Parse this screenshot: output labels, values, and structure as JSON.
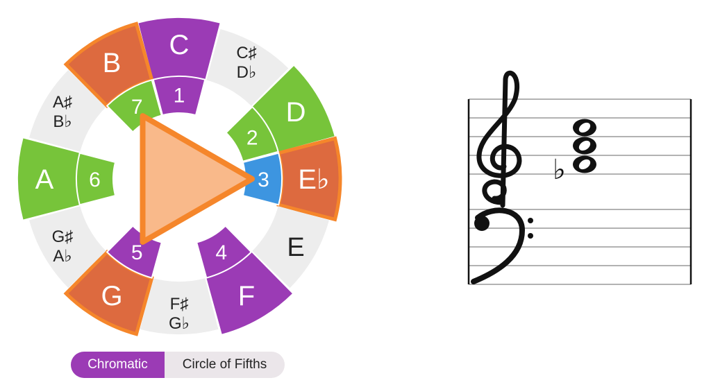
{
  "wheel": {
    "outer_notes": [
      {
        "label": [
          "C"
        ],
        "color": "#9b3bb5",
        "active": true,
        "highlight": false
      },
      {
        "label": [
          "C♯",
          "D♭"
        ],
        "color": "#ededed",
        "active": false,
        "highlight": false
      },
      {
        "label": [
          "D"
        ],
        "color": "#77c43a",
        "active": true,
        "highlight": false
      },
      {
        "label": [
          "E♭"
        ],
        "color": "#dd6a3f",
        "active": true,
        "highlight": true
      },
      {
        "label": [
          "E"
        ],
        "color": "#ededed",
        "active": false,
        "highlight": false
      },
      {
        "label": [
          "F"
        ],
        "color": "#9b3bb5",
        "active": true,
        "highlight": false
      },
      {
        "label": [
          "F♯",
          "G♭"
        ],
        "color": "#ededed",
        "active": false,
        "highlight": false
      },
      {
        "label": [
          "G"
        ],
        "color": "#dd6a3f",
        "active": true,
        "highlight": true
      },
      {
        "label": [
          "G♯",
          "A♭"
        ],
        "color": "#ededed",
        "active": false,
        "highlight": false
      },
      {
        "label": [
          "A"
        ],
        "color": "#77c43a",
        "active": true,
        "highlight": false
      },
      {
        "label": [
          "A♯",
          "B♭"
        ],
        "color": "#ededed",
        "active": false,
        "highlight": false
      },
      {
        "label": [
          "B"
        ],
        "color": "#dd6a3f",
        "active": true,
        "highlight": true
      }
    ],
    "degrees": [
      {
        "slot": 0,
        "label": "1",
        "color": "#9b3bb5"
      },
      {
        "slot": 2,
        "label": "2",
        "color": "#77c43a"
      },
      {
        "slot": 3,
        "label": "3",
        "color": "#3d95e0"
      },
      {
        "slot": 5,
        "label": "4",
        "color": "#9b3bb5"
      },
      {
        "slot": 7,
        "label": "5",
        "color": "#9b3bb5"
      },
      {
        "slot": 9,
        "label": "6",
        "color": "#77c43a"
      },
      {
        "slot": 11,
        "label": "7",
        "color": "#77c43a"
      }
    ],
    "chord_slots": [
      3,
      7,
      11
    ],
    "chord_fill": "#f9b98a",
    "chord_stroke": "#f5862b"
  },
  "staff": {
    "accidental": "♭",
    "treble_clef": "𝄞",
    "bass_clef": "𝄢"
  },
  "toggle": {
    "chromatic_label": "Chromatic",
    "fifths_label": "Circle of Fifths",
    "accent": "#9b3bb5"
  }
}
